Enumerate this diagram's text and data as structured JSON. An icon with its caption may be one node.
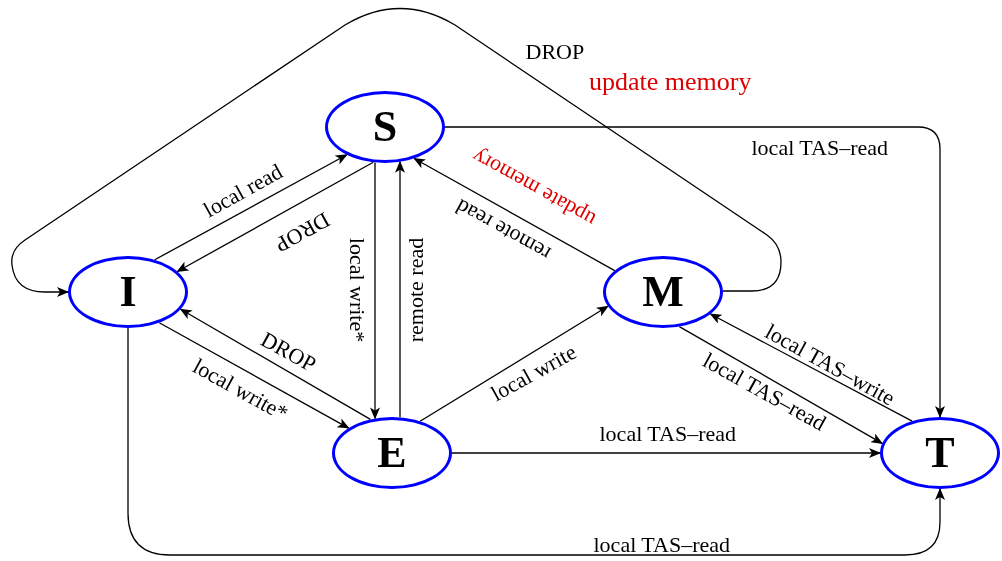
{
  "diagram": {
    "nodes": [
      {
        "text": [
          "S"
        ]
      },
      {
        "text": [
          "I"
        ]
      },
      {
        "text": [
          "M"
        ]
      },
      {
        "text": [
          "E"
        ]
      },
      {
        "text": [
          "T"
        ]
      }
    ],
    "edges": [
      {
        "from": 1,
        "to": 0,
        "arrow": "to",
        "label": "local read"
      },
      {
        "from": 0,
        "to": 1,
        "arrow": "to",
        "label": "DROP"
      },
      {
        "from": 0,
        "to": 3,
        "arrow": "to",
        "label": "local write*"
      },
      {
        "from": 3,
        "to": 0,
        "arrow": "to",
        "label": "remote read"
      },
      {
        "from": 2,
        "to": 0,
        "arrow": "to",
        "label": "remote read"
      },
      {
        "from": 2,
        "to": 1,
        "arrow": "to",
        "label": "DROP"
      },
      {
        "from": 0,
        "to": 4,
        "arrow": "to",
        "label": "local TAS–read"
      },
      {
        "from": 1,
        "to": 3,
        "arrow": "to",
        "label": "local write*"
      },
      {
        "from": 3,
        "to": 1,
        "arrow": "to",
        "label": "DROP"
      },
      {
        "from": 3,
        "to": 2,
        "arrow": "to",
        "label": "local write"
      },
      {
        "from": 2,
        "to": 4,
        "arrow": "to",
        "label": "local TAS–read"
      },
      {
        "from": 4,
        "to": 2,
        "arrow": "to",
        "label": "local TAS–write"
      },
      {
        "from": 3,
        "to": 4,
        "arrow": "to",
        "label": "local TAS–read"
      },
      {
        "from": 1,
        "to": 4,
        "arrow": "to",
        "label": "local TAS–read"
      }
    ],
    "labels": [
      "update memory",
      "update memory"
    ]
  }
}
